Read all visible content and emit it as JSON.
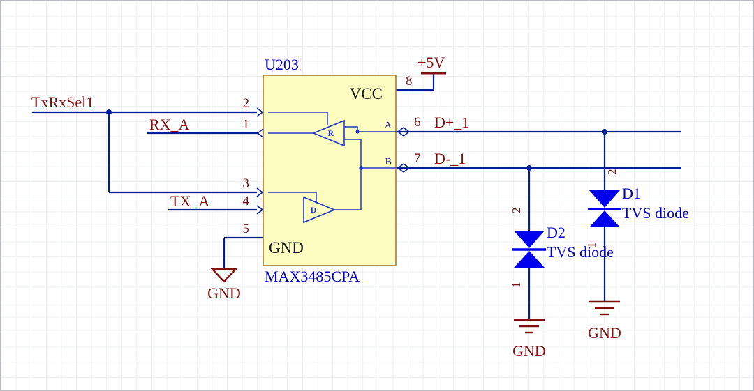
{
  "colors": {
    "wire": "#001E96",
    "internal_wire": "#2036C8",
    "net_label": "#801010",
    "designator_text": "#0000B4",
    "ic_fill": "#FDFDC2",
    "ic_border": "#B07830",
    "tvs_fill": "#0000EE",
    "power_symbol": "#801010",
    "ic_text": "#151515"
  },
  "ic": {
    "designator": "U203",
    "part_number": "MAX3485CPA",
    "vcc_pin_label": "VCC",
    "gnd_pin_label": "GND",
    "port_a_label": "A",
    "port_b_label": "B",
    "receiver_label": "R",
    "driver_label": "D",
    "pin_numbers": {
      "rx_out": "1",
      "re": "2",
      "de": "3",
      "di": "4",
      "gnd": "5",
      "a": "6",
      "b": "7",
      "vcc": "8"
    }
  },
  "nets": {
    "txrxsel1": "TxRxSel1",
    "rx_a": "RX_A",
    "tx_a": "TX_A",
    "d_plus": "D+_1",
    "d_minus": "D-_1",
    "vcc": "+5V",
    "gnd_ic": "GND",
    "gnd_d2": "GND",
    "gnd_d1": "GND"
  },
  "diodes": {
    "d1": {
      "designator": "D1",
      "description": "TVS diode",
      "pin_top": "2",
      "pin_bottom": "1"
    },
    "d2": {
      "designator": "D2",
      "description": "TVS diode",
      "pin_top": "2",
      "pin_bottom": "1"
    }
  }
}
